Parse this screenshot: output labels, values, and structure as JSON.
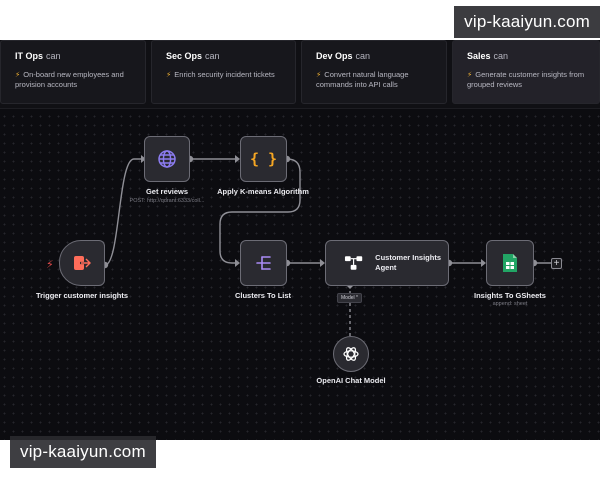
{
  "watermark": "vip-kaaiyun.com",
  "cards": [
    {
      "team": "IT Ops",
      "can": "can",
      "bolt": "⚡",
      "desc": "On-board new employees and provision accounts"
    },
    {
      "team": "Sec Ops",
      "can": "can",
      "bolt": "⚡",
      "desc": "Enrich security incident tickets"
    },
    {
      "team": "Dev Ops",
      "can": "can",
      "bolt": "⚡",
      "desc": "Convert natural language commands into API calls"
    },
    {
      "team": "Sales",
      "can": "can",
      "bolt": "⚡",
      "desc": "Generate customer insights from grouped reviews"
    }
  ],
  "nodes": {
    "trigger": {
      "label": "Trigger customer insights",
      "icon": "exit-icon"
    },
    "get_reviews": {
      "label": "Get reviews",
      "sub": "POST: http://qdrant:6333/coll...",
      "icon": "globe-icon"
    },
    "kmeans": {
      "label": "Apply K-means Algorithm",
      "icon": "code-braces-icon",
      "glyph": "{ }"
    },
    "clusters": {
      "label": "Clusters To List",
      "icon": "split-icon"
    },
    "agent": {
      "label": "Customer Insights Agent",
      "icon": "flow-icon"
    },
    "gsheets": {
      "label": "Insights To GSheets",
      "sub": "append: sheet",
      "icon": "spreadsheet-icon"
    },
    "openai": {
      "label": "OpenAI Chat Model",
      "icon": "openai-icon"
    }
  },
  "model_chip": "Model *",
  "plus": "+",
  "bolt_glyph": "⚡",
  "colors": {
    "canvas": "#0c0c10",
    "node_fill": "#2a2a30",
    "node_border": "#6c6c75",
    "wire": "#8f8f96",
    "trigger_icon": "#ff6d5a",
    "globe_icon": "#8c7cf0",
    "braces_icon": "#f5a623",
    "split_icon": "#a98bf5",
    "sheets_icon": "#22a565"
  }
}
